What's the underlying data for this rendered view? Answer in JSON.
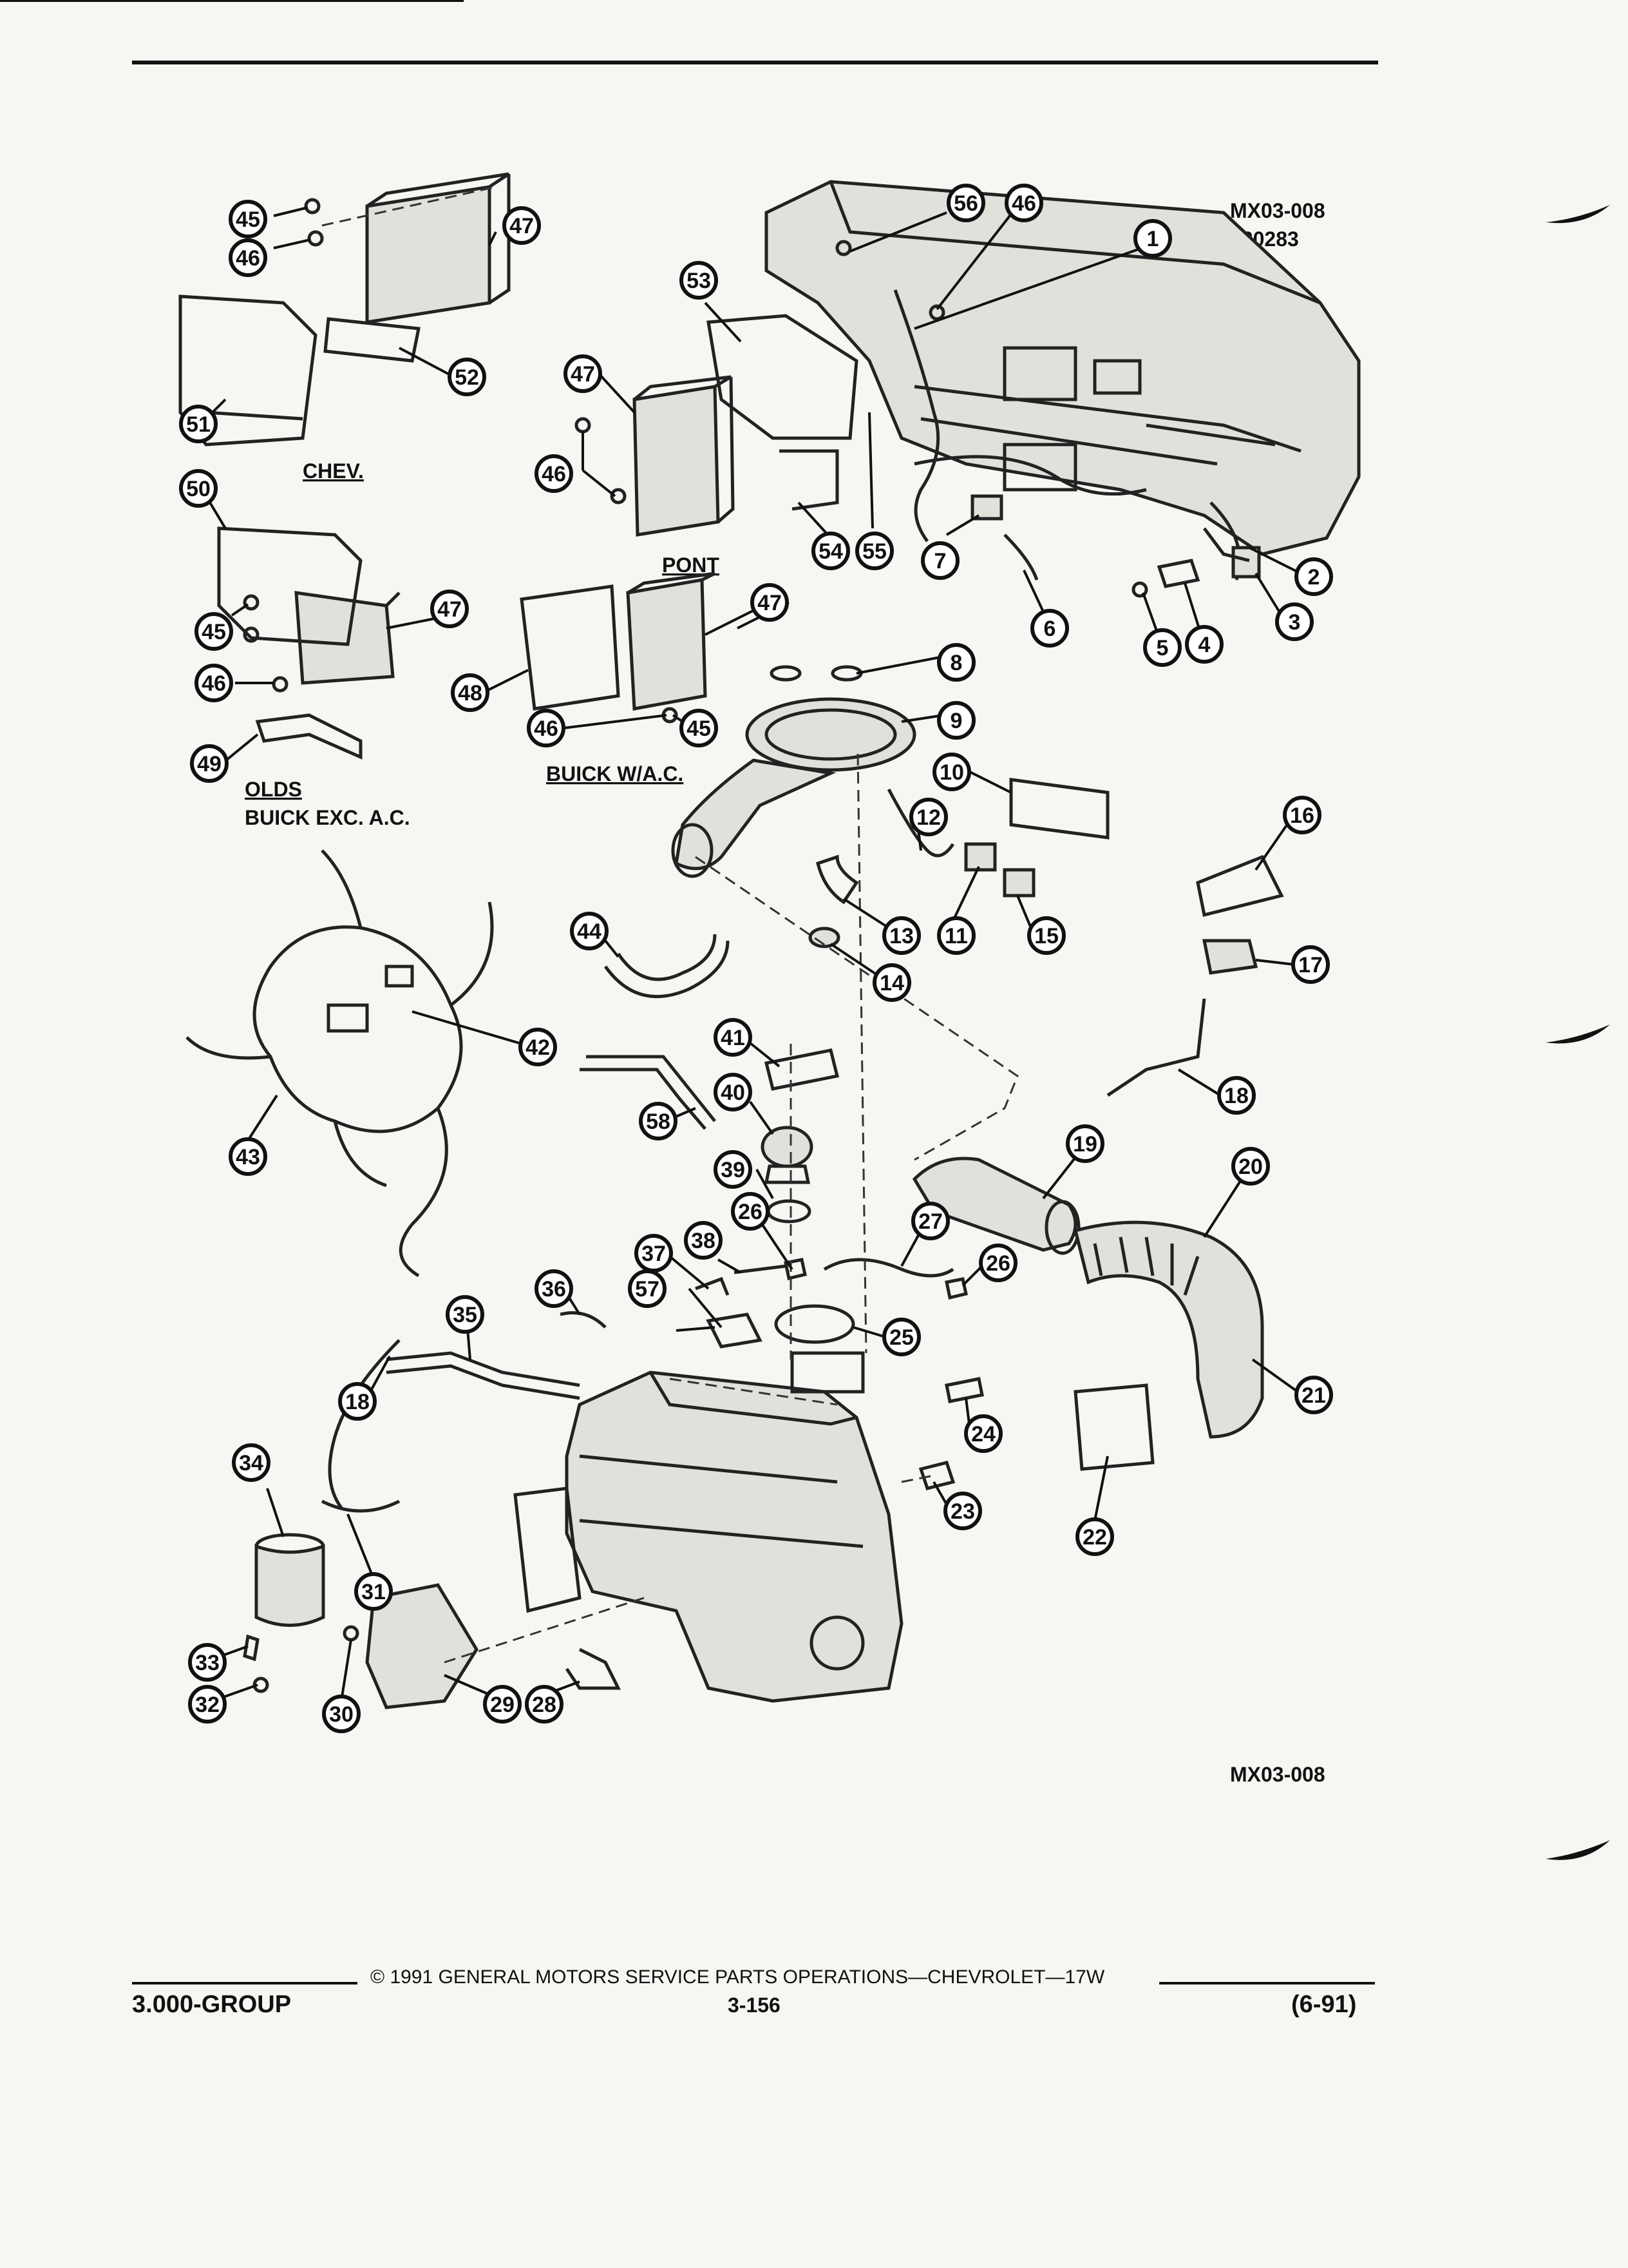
{
  "diagram": {
    "codes": {
      "top_1": "MX03-008",
      "top_2": "020283",
      "bottom": "MX03-008"
    },
    "variant_labels": {
      "chev": "CHEV.",
      "pont": "PONT",
      "buick_wac": "BUICK W/A.C.",
      "olds": "OLDS",
      "buick_exc_ac": "BUICK EXC. A.C."
    },
    "callouts": [
      "1",
      "2",
      "3",
      "4",
      "5",
      "6",
      "7",
      "8",
      "9",
      "10",
      "11",
      "12",
      "13",
      "14",
      "15",
      "16",
      "17",
      "18",
      "18",
      "19",
      "20",
      "21",
      "22",
      "23",
      "24",
      "25",
      "26",
      "26",
      "27",
      "28",
      "29",
      "30",
      "31",
      "32",
      "33",
      "34",
      "35",
      "36",
      "37",
      "38",
      "39",
      "40",
      "41",
      "42",
      "43",
      "44",
      "45",
      "45",
      "45",
      "46",
      "46",
      "46",
      "46",
      "46",
      "47",
      "47",
      "47",
      "47",
      "48",
      "49",
      "50",
      "51",
      "52",
      "53",
      "54",
      "55",
      "56",
      "57",
      "58"
    ]
  },
  "footer": {
    "copyright": "© 1991 GENERAL MOTORS SERVICE PARTS OPERATIONS—CHEVROLET—17W",
    "group": "3.000-GROUP",
    "page": "3-156",
    "date": "(6-91)"
  }
}
